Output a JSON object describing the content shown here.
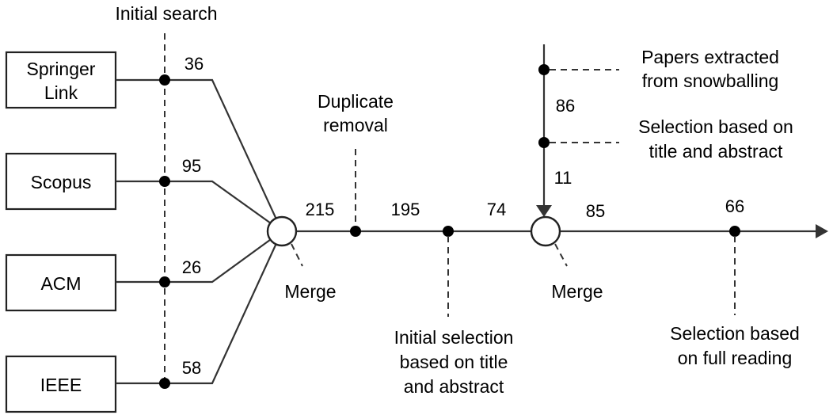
{
  "sources": [
    {
      "name": [
        "Springer",
        "Link"
      ],
      "count": "36"
    },
    {
      "name": [
        "Scopus"
      ],
      "count": "95"
    },
    {
      "name": [
        "ACM"
      ],
      "count": "26"
    },
    {
      "name": [
        "IEEE"
      ],
      "count": "58"
    }
  ],
  "stages": {
    "initial_search": "Initial search",
    "merge_1": "Merge",
    "merge_2": "Merge",
    "duplicate_removal": [
      "Duplicate",
      "removal"
    ],
    "initial_selection": [
      "Initial selection",
      "based on title",
      "and abstract"
    ],
    "full_reading": [
      "Selection based",
      "on full reading"
    ],
    "snowballing": [
      "Papers extracted",
      "from snowballing"
    ],
    "snowball_selection": [
      "Selection based on",
      "title and abstract"
    ]
  },
  "counts": {
    "after_merge": "215",
    "after_duplicates": "195",
    "after_initial_selection": "74",
    "snowball_extracted": "86",
    "snowball_selected": "11",
    "after_merge_2": "85",
    "final": "66"
  }
}
